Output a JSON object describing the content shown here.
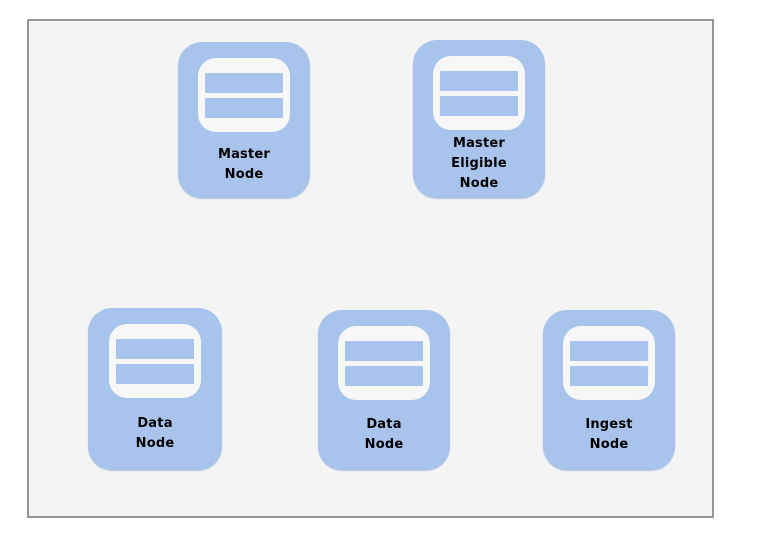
{
  "diagram": {
    "canvas": {
      "background_color": "#f4f4f4",
      "border_color": "#969696"
    },
    "node_style": {
      "fill_color": "#a8c4ec",
      "icon_background_color": "#f7f7f7",
      "text_color": "#000000"
    },
    "nodes": [
      {
        "id": "master-node",
        "icon": "server-icon",
        "label": "Master\nNode"
      },
      {
        "id": "master-eligible-node",
        "icon": "server-icon",
        "label": "Master\nEligible\nNode"
      },
      {
        "id": "data-node-1",
        "icon": "server-icon",
        "label": "Data\nNode"
      },
      {
        "id": "data-node-2",
        "icon": "server-icon",
        "label": "Data\nNode"
      },
      {
        "id": "ingest-node",
        "icon": "server-icon",
        "label": "Ingest\nNode"
      }
    ]
  }
}
